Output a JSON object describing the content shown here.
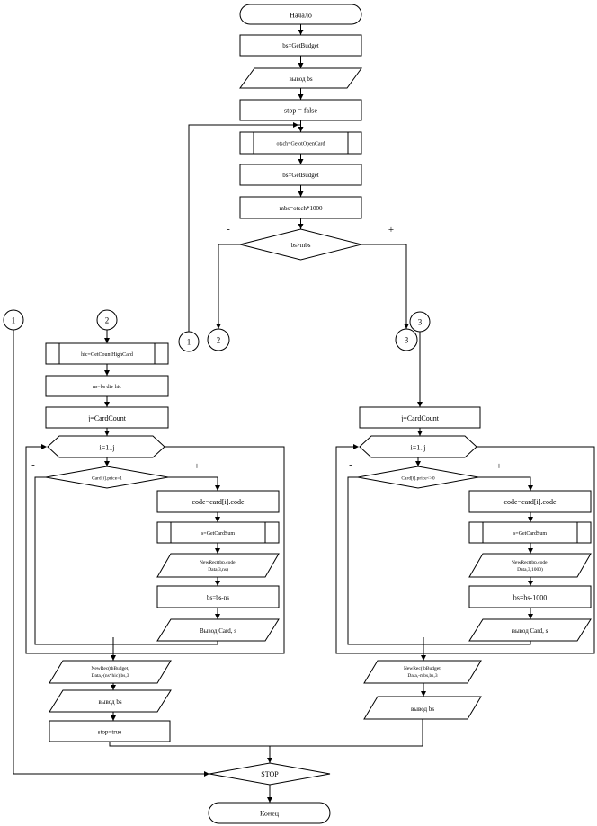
{
  "top": {
    "start": "Начало",
    "get_budget_1": "bs=GetBudget",
    "output_bs_1": "вывод bs",
    "stop_false": "stop = false",
    "open_card": "otsch=GetotOpenCard",
    "get_budget_2": "bs=GetBudget",
    "mbs_calc": "mbs=otsch*1000",
    "condition": "bs>mbs",
    "minus": "-",
    "plus": "+"
  },
  "connectors": {
    "c1": "1",
    "c2": "2",
    "c3": "3"
  },
  "left_branch": {
    "high_card": "hic=GetCountHighCard",
    "ns_calc": "ns=bs div hic",
    "card_count": "j=CardCount",
    "loop": "i=1..j",
    "condition": "Card[i].price=1",
    "minus": "-",
    "plus": "+",
    "code": "code=card[i].code",
    "get_sum": "s=GetCardSum",
    "new_rec_line1": "NewRec(tbp,code,",
    "new_rec_line2": "Data,3,ns)",
    "bs_update": "bs=bs-ns",
    "output_card": "Вывод Card, s",
    "new_rec2_line1": "NewRec(tbBudget,",
    "new_rec2_line2": "Data,-(ns*hic),bs,3",
    "output_bs": "вывод bs",
    "stop_true": "stop=true"
  },
  "right_branch": {
    "card_count": "j=CardCount",
    "loop": "i=1..j",
    "condition": "Card[i].price<>0",
    "minus": "-",
    "plus": "+",
    "code": "code=card[i].code",
    "get_sum": "s=GetCardSum",
    "new_rec_line1": "NewRec(tbp,code,",
    "new_rec_line2": "Data,3,1000)",
    "bs_update": "bs=bs-1000",
    "output_card": "вывод Card, s",
    "new_rec2_line1": "NewRec(tbBudget,",
    "new_rec2_line2": "Data,-mbs,bs,3",
    "output_bs": "вывод bs"
  },
  "bottom": {
    "stop": "STOP",
    "end": "Конец"
  }
}
